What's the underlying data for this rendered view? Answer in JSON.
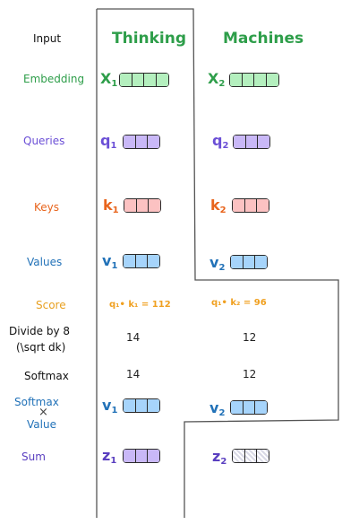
{
  "row_labels": {
    "input": "Input",
    "embedding": "Embedding",
    "queries": "Queries",
    "keys": "Keys",
    "values": "Values",
    "score": "Score",
    "divide_line1": "Divide by 8",
    "divide_line2": "(\\sqrt dk)",
    "softmax": "Softmax",
    "softmax_value_top": "Softmax",
    "softmax_value_bottom": "Value",
    "sum": "Sum"
  },
  "columns": {
    "thinking": "Thinking",
    "machines": "Machines"
  },
  "vars": {
    "x1": "X",
    "x1_sub": "1",
    "x2": "X",
    "x2_sub": "2",
    "q1": "q",
    "q1_sub": "1",
    "q2": "q",
    "q2_sub": "2",
    "k1": "k",
    "k1_sub": "1",
    "k2": "k",
    "k2_sub": "2",
    "v1": "v",
    "v1_sub": "1",
    "v2": "v",
    "v2_sub": "2",
    "sv1": "v",
    "sv1_sub": "1",
    "sv2": "v",
    "sv2_sub": "2",
    "z1": "z",
    "z1_sub": "1",
    "z2": "z",
    "z2_sub": "2"
  },
  "score": {
    "thinking": "q₁• k₁ = 112",
    "machines": "q₁• k₂ = 96"
  },
  "divide": {
    "thinking": "14",
    "machines": "12"
  },
  "softmax": {
    "thinking": "14",
    "machines": "12"
  },
  "colors": {
    "green": "#2e9e4a",
    "green_fill": "#b4efbe",
    "purple": "#6b4fd6",
    "purple_fill": "#c9b8f7",
    "orange": "#e8641c",
    "pink_fill": "#fcc2c2",
    "blue": "#2272b8",
    "blue_fill": "#a6d4fb",
    "score_orange": "#f0a020",
    "sum_purple": "#5a3fc0",
    "hatch_fill": "#d9d9e6"
  }
}
